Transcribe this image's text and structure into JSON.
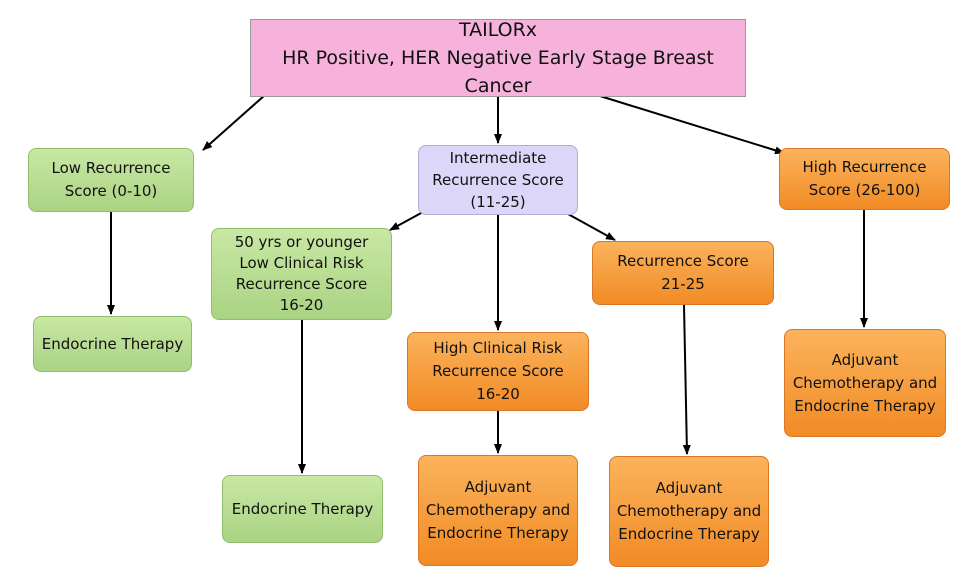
{
  "diagram": {
    "title": "TAILORx\nHR Positive, HER Negative Early Stage Breast Cancer",
    "low_score": "Low Recurrence\nScore (0-10)",
    "intermediate_score": "Intermediate\nRecurrence Score\n(11-25)",
    "high_score": "High Recurrence\nScore (26-100)",
    "young_low_risk": "50 yrs or younger\nLow Clinical Risk\nRecurrence Score\n16-20",
    "score_21_25": "Recurrence Score\n21-25",
    "high_clinical_risk": "High Clinical Risk\nRecurrence Score\n16-20",
    "low_score_outcome": "Endocrine Therapy",
    "young_low_risk_outcome": "Endocrine Therapy",
    "high_clinical_risk_outcome": "Adjuvant\nChemotherapy and\nEndocrine Therapy",
    "score_21_25_outcome": "Adjuvant\nChemotherapy and\nEndocrine Therapy",
    "high_score_outcome": "Adjuvant\nChemotherapy and\nEndocrine Therapy"
  },
  "colors": {
    "title_fill": "#f7b2dc",
    "low_risk_fill": "#b8dd92",
    "intermediate_fill": "#dcd6f8",
    "high_risk_fill": "#f5a040",
    "arrow": "#000000"
  }
}
